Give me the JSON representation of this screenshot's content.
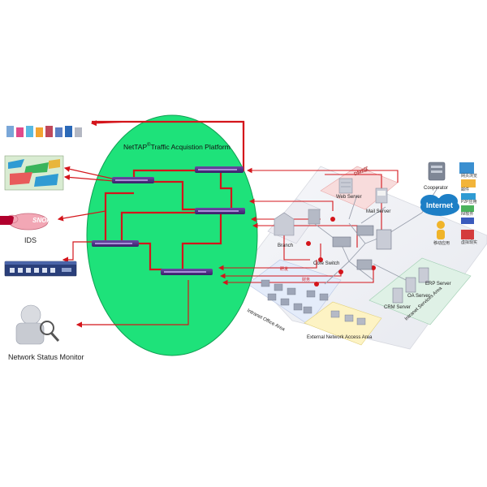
{
  "platform": {
    "title_prefix": "NetTAP",
    "title_reg": "®",
    "title_suffix": "Traffic Acquistion Platform"
  },
  "tools": {
    "ids_label": "IDS",
    "snort_logo_text": "SNORT",
    "monitor_label": "Network Status Monitor"
  },
  "network": {
    "dmz_label": "DMZ区",
    "web_server": "Web Server",
    "mail_server": "Mail Server",
    "cooperator": "Cooperator",
    "internet": "Internet",
    "branch": "Branch",
    "core_switch": "Core Switch",
    "intranet_office": "Intranet Office Area",
    "external_access": "External Network Access Area",
    "intranet_services": "Intranet Services Area",
    "erp_server": "ERP Server",
    "oa_server": "OA Server",
    "crm_server": "CRM Server",
    "finance_tag": "财务",
    "rnd_tag": "研发"
  },
  "apps": [
    {
      "label": "网页浏览"
    },
    {
      "label": "邮件"
    },
    {
      "label": "P2P应用"
    },
    {
      "label": "IM软件"
    },
    {
      "label": "移动应用"
    },
    {
      "label": "虚拟现实"
    }
  ],
  "colors": {
    "ellipse_fill": "#1ee27a",
    "link_red": "#d4151b",
    "tap_device": "#4b2d83",
    "area_white": "#f2f3f7",
    "dmz_fill": "#f8dcdc",
    "external_fill": "#fdf3c4",
    "services_fill": "#dff1e6"
  }
}
